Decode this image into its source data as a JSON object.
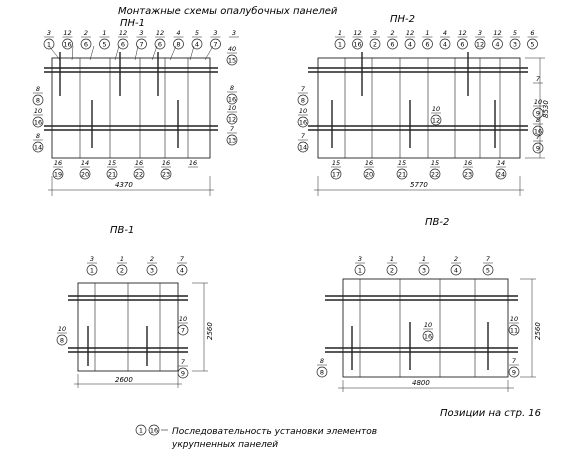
{
  "header": {
    "title": "Монтажные   схемы   опалубочных   панелей"
  },
  "panels": {
    "pn1": {
      "label": "ПН-1",
      "top_marks": [
        "3",
        "12",
        "2",
        "1",
        "12",
        "3",
        "12",
        "4",
        "5",
        "3",
        "3"
      ],
      "top_circles": [
        "1",
        "16",
        "6",
        "5",
        "6",
        "7",
        "6",
        "8",
        "4",
        "7"
      ],
      "right_marks": [
        "40",
        "",
        "8",
        "10",
        "7"
      ],
      "right_circles": [
        "15",
        "",
        "16",
        "12",
        "13"
      ],
      "left_marks": [
        "8",
        "10",
        "8"
      ],
      "left_circles": [
        "8",
        "16",
        "14"
      ],
      "bottom_marks": [
        "16",
        "14",
        "15",
        "16",
        "16",
        "16"
      ],
      "bottom_circles": [
        "19",
        "20",
        "21",
        "22",
        "23"
      ],
      "width_dim": "4370"
    },
    "pn2": {
      "label": "ПН-2",
      "top_marks": [
        "1",
        "12",
        "3",
        "2",
        "12",
        "1",
        "4",
        "12",
        "3",
        "12",
        "5",
        "6"
      ],
      "top_circles": [
        "1",
        "16",
        "2",
        "6",
        "4",
        "6",
        "4",
        "6",
        "12",
        "4",
        "3",
        "5"
      ],
      "right_marks": [
        "7",
        "10",
        "8",
        "7"
      ],
      "right_circles": [
        "",
        "9",
        "16",
        "9"
      ],
      "left_marks": [
        "7",
        "10",
        "7"
      ],
      "left_circles": [
        "8",
        "16",
        "14"
      ],
      "inner_mark": "10",
      "inner_circle": "12",
      "bottom_marks": [
        "15",
        "16",
        "15",
        "15",
        "16",
        "14"
      ],
      "bottom_circles": [
        "17",
        "20",
        "21",
        "22",
        "23",
        "24"
      ],
      "width_dim": "5770",
      "height_dim": "8530"
    },
    "pv1": {
      "label": "ПВ-1",
      "top_marks": [
        "3",
        "1",
        "2",
        "7"
      ],
      "top_circles": [
        "1",
        "2",
        "3",
        "4"
      ],
      "left_marks": [
        "10"
      ],
      "left_circles": [
        "8"
      ],
      "right_marks": [
        "10",
        "7"
      ],
      "right_circles": [
        "7",
        "9"
      ],
      "width_dim": "2600",
      "height_dim": "2560"
    },
    "pv2": {
      "label": "ПВ-2",
      "top_marks": [
        "3",
        "1",
        "1",
        "2",
        "7"
      ],
      "top_circles": [
        "1",
        "2",
        "3",
        "4",
        "5"
      ],
      "left_marks": [
        "8"
      ],
      "left_circles": [
        "8"
      ],
      "inner_mark": "10",
      "inner_circle": "16",
      "right_marks": [
        "10",
        "7"
      ],
      "right_circles": [
        "11",
        "9"
      ],
      "width_dim": "4800",
      "height_dim": "2560"
    }
  },
  "footer": {
    "positions_note": "Позиции на стр. 16",
    "legend_symbol_a": "1",
    "legend_symbol_b": "16",
    "legend_line1": "Последовательность   установки   элементов",
    "legend_line2": "укрупненных   панелей"
  }
}
